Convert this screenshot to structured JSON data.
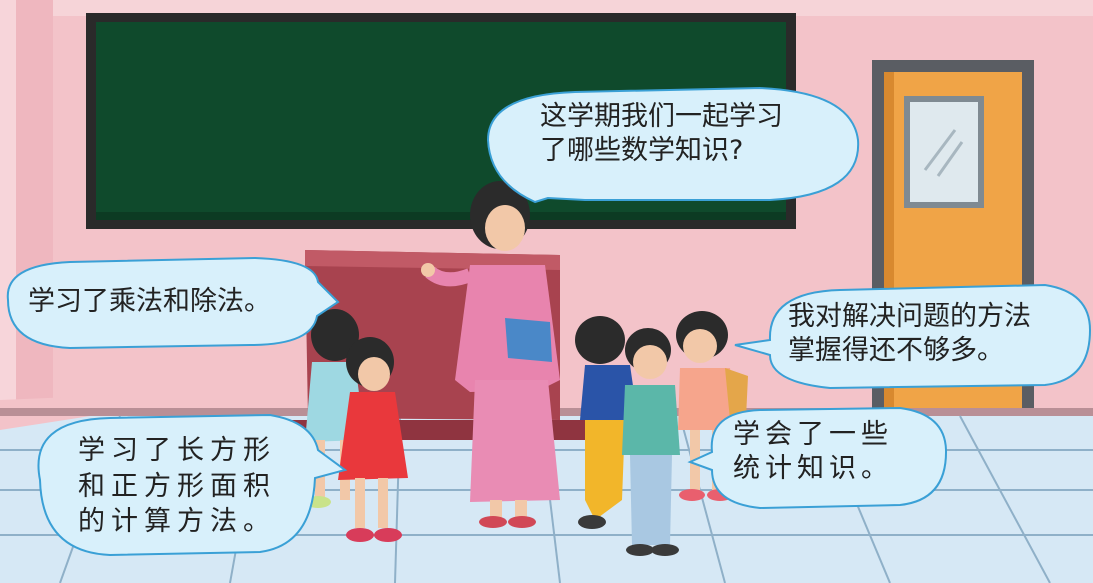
{
  "colors": {
    "wall": "#f3c3c9",
    "board": "#0f4a2c",
    "board_frame": "#2c2c2c",
    "door": "#f0a447",
    "bubble_fill": "#d8f0fb",
    "bubble_stroke": "#3aa0d6",
    "floor": "#cfe4f3"
  },
  "bubbles": {
    "teacher": {
      "lines": [
        "这学期我们一起学习",
        "了哪些数学知识?"
      ]
    },
    "left_top": {
      "lines": [
        "学习了乘法和除法。"
      ]
    },
    "left_bottom": {
      "lines": [
        "学习了长方形",
        "和正方形面积",
        "的计算方法。"
      ]
    },
    "right_top": {
      "lines": [
        "我对解决问题的方法",
        "掌握得还不够多。"
      ]
    },
    "right_bottom": {
      "lines": [
        "学会了一些",
        "统计知识。"
      ]
    }
  }
}
